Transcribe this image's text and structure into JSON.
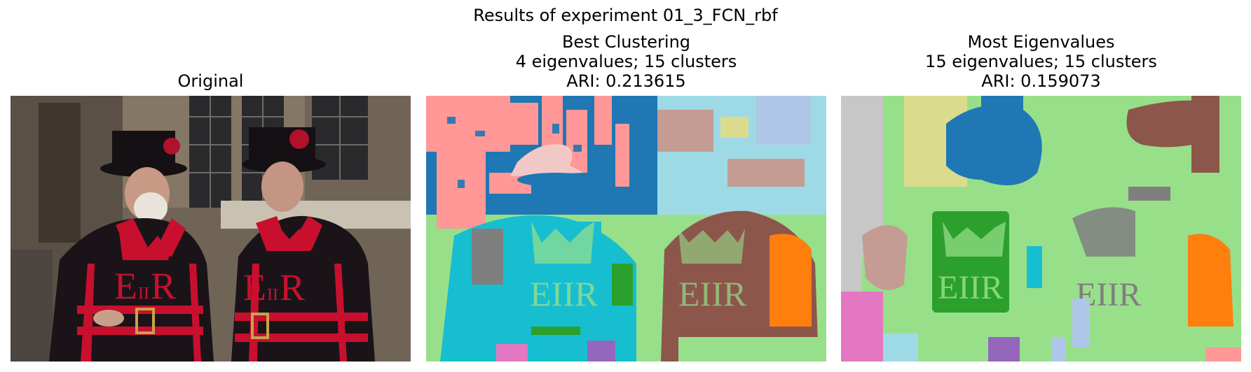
{
  "figure": {
    "suptitle": "Results of experiment 01_3_FCN_rbf"
  },
  "panels": [
    {
      "lines": [
        "Original"
      ],
      "image": "original-photo"
    },
    {
      "lines": [
        "Best Clustering",
        "4 eigenvalues; 15 clusters",
        "ARI: 0.213615"
      ],
      "image": "best-clustering-segmentation"
    },
    {
      "lines": [
        "Most Eigenvalues",
        "15 eigenvalues; 15 clusters",
        "ARI: 0.159073"
      ],
      "image": "most-eigenvalues-segmentation"
    }
  ],
  "colors": {
    "tab_blue": "#1f77b4",
    "tab_orange": "#ff7f0e",
    "tab_green": "#2ca02c",
    "tab_brown": "#8c564b",
    "tab_pink": "#e377c2",
    "tab_gray": "#7f7f7f",
    "tab_cyan": "#17becf",
    "tab_purple": "#9467bd",
    "light_green": "#98df8a",
    "light_red": "#ff9896",
    "light_blue": "#aec7e8",
    "light_cyan": "#9edae5",
    "light_olive": "#dbdb8d",
    "light_brown": "#c49c94",
    "light_gray": "#c7c7c7",
    "uniform_red": "#c8102e",
    "uniform_dark": "#1a1418"
  }
}
